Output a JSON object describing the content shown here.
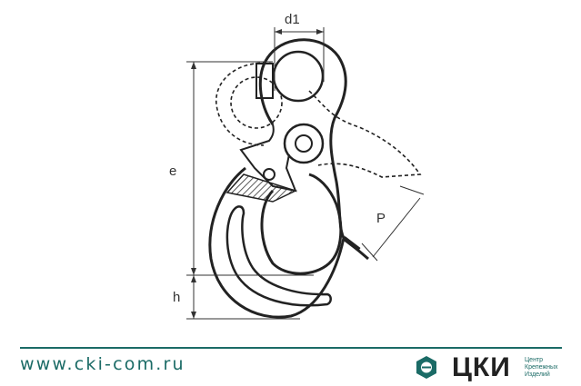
{
  "diagram": {
    "labels": {
      "d1": "d1",
      "e": "e",
      "P": "P",
      "h": "h"
    }
  },
  "footer": {
    "url": "www.cki-com.ru",
    "brand": "ЦКИ",
    "tagline": [
      "Центр",
      "Крепежных",
      "Изделий"
    ],
    "accent_color": "#1b6b66"
  }
}
